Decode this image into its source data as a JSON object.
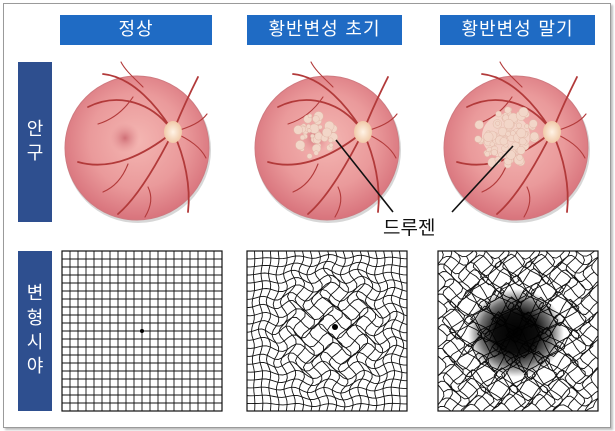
{
  "columns": [
    {
      "label": "정상"
    },
    {
      "label": "황반변성 초기"
    },
    {
      "label": "황반변성 말기"
    }
  ],
  "rows": [
    {
      "chars": [
        "안",
        "구"
      ]
    },
    {
      "chars": [
        "변",
        "형",
        "시",
        "야"
      ]
    }
  ],
  "annotation": {
    "label": "드루젠"
  },
  "colors": {
    "header_blue": "#1f6bc4",
    "row_header_navy": "#2e4f8f",
    "retina": "#e48e92",
    "vessel": "#b23a3a",
    "optic_disc": "#f6dcc0",
    "drusen": "#f2d6c8",
    "grid_line": "#111111"
  },
  "icons": [
    "retina-normal-image",
    "retina-early-amd-image",
    "retina-late-amd-image",
    "amsler-grid-normal",
    "amsler-grid-early",
    "amsler-grid-late"
  ]
}
